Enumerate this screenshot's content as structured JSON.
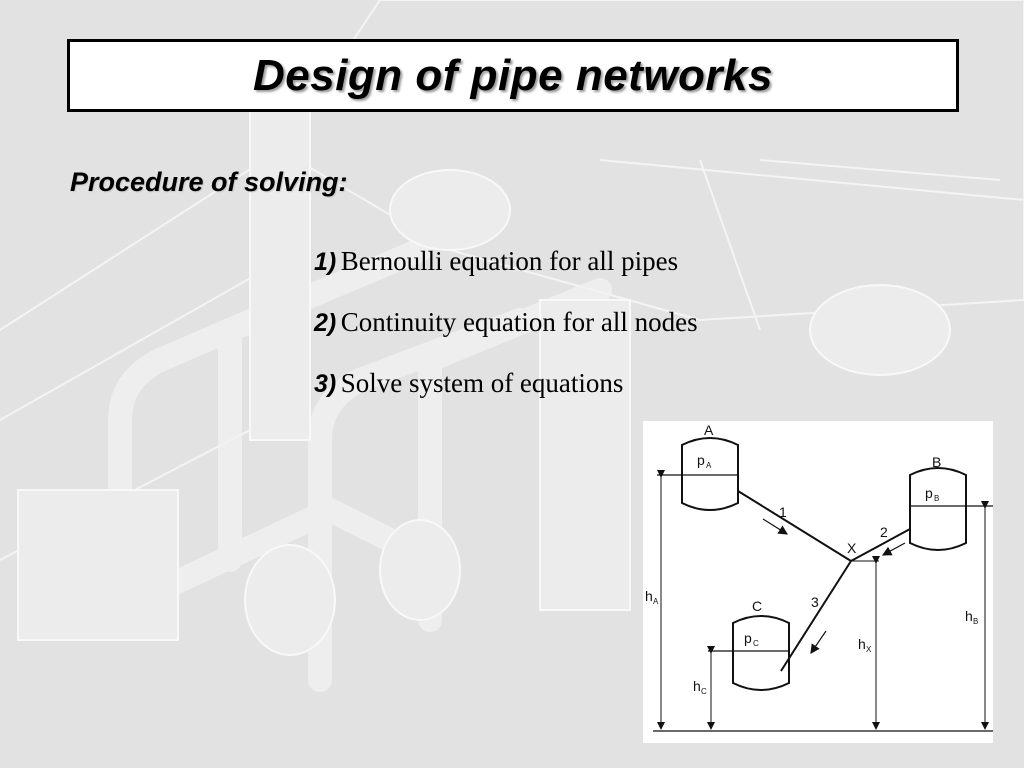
{
  "slide": {
    "title": "Design of pipe networks",
    "subtitle": "Procedure of solving:",
    "steps": [
      {
        "num": "1)",
        "text": "Bernoulli equation for all pipes"
      },
      {
        "num": "2)",
        "text": "Continuity equation for all nodes"
      },
      {
        "num": "3)",
        "text": "Solve system of equations"
      }
    ]
  },
  "diagram": {
    "tanks": [
      {
        "name": "A",
        "pressure": "p",
        "pressure_sub": "A"
      },
      {
        "name": "B",
        "pressure": "p",
        "pressure_sub": "B"
      },
      {
        "name": "C",
        "pressure": "p",
        "pressure_sub": "C"
      }
    ],
    "pipes": [
      "1",
      "2",
      "3"
    ],
    "node": "X",
    "heights": [
      {
        "symbol": "h",
        "sub": "A"
      },
      {
        "symbol": "h",
        "sub": "B"
      },
      {
        "symbol": "h",
        "sub": "C"
      },
      {
        "symbol": "h",
        "sub": "X"
      }
    ]
  },
  "colors": {
    "background": "#e4e4e4",
    "title_box": "#ffffff",
    "text": "#000000",
    "line": "#111111"
  }
}
